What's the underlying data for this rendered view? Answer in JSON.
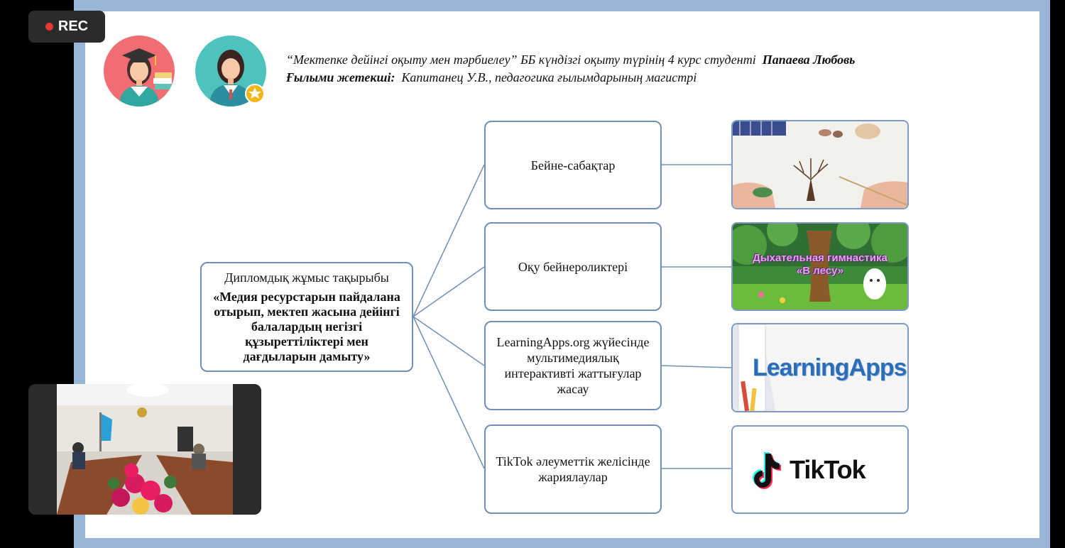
{
  "recording": {
    "label": "REC"
  },
  "header": {
    "line1": "“Мектепке дейінгі оқыту мен тәрбиелеу” ББ күндізгі оқыту түрінің 4 курс студенті",
    "student_name": "Папаева Любовь",
    "supervisor_label": "Ғылыми жетекші:",
    "supervisor_text": "Капитанец У.В., педагогика ғылымдарының магистрі"
  },
  "topic": {
    "label": "Дипломдық жұмыс тақырыбы",
    "title": "«Медия ресурстарын пайдалана отырып, мектеп жасына дейінгі балалардың негізгі құзыреттіліктері мен дағдыларын дамыту»"
  },
  "branches": [
    {
      "label": "Бейне-сабақтар"
    },
    {
      "label": "Оқу бейнероликтері"
    },
    {
      "label": "LearningApps.org жүйесінде мультимедиялық интерактивті жаттығулар жасау"
    },
    {
      "label": "TikTok әлеуметтік желісінде жариялаулар"
    }
  ],
  "thumbnails": {
    "gymnastics_title": "Дыхательная гимнастика",
    "gymnastics_subtitle": "«В лесу»",
    "learningapps_logo": "LearningApps.org",
    "tiktok_logo": "TikTok"
  },
  "colors": {
    "connector": "#6f90b8",
    "frame": "#9bb5d8",
    "box_border": "#6f90b8"
  }
}
